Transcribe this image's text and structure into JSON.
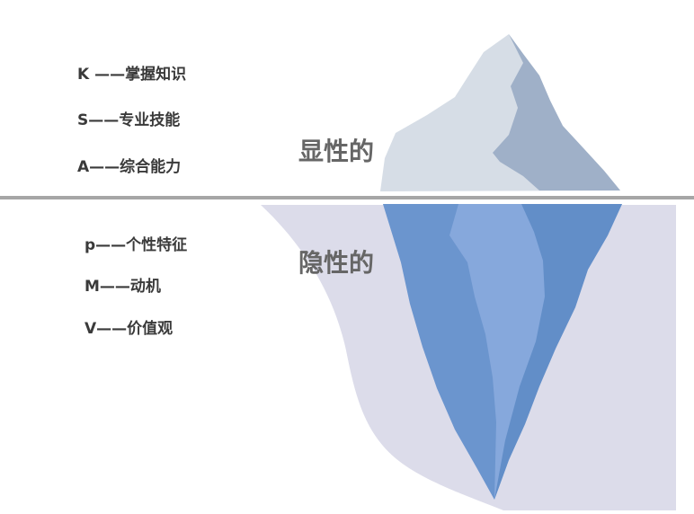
{
  "visible_section": {
    "title": "显性的",
    "items": [
      {
        "label": "K ——掌握知识"
      },
      {
        "label": "S——专业技能"
      },
      {
        "label": "A——综合能力"
      }
    ]
  },
  "hidden_section": {
    "title": "隐性的",
    "items": [
      {
        "label": "p——个性特征"
      },
      {
        "label": "M——动机"
      },
      {
        "label": "V——价值观"
      }
    ]
  },
  "colors": {
    "waterline": "#a6a6a6",
    "water": "#dcdcea",
    "tip_light": "#d6dde6",
    "tip_shadow": "#9fb0c8",
    "base_light": "#86a8dc",
    "base_dark": "#5585c2"
  }
}
